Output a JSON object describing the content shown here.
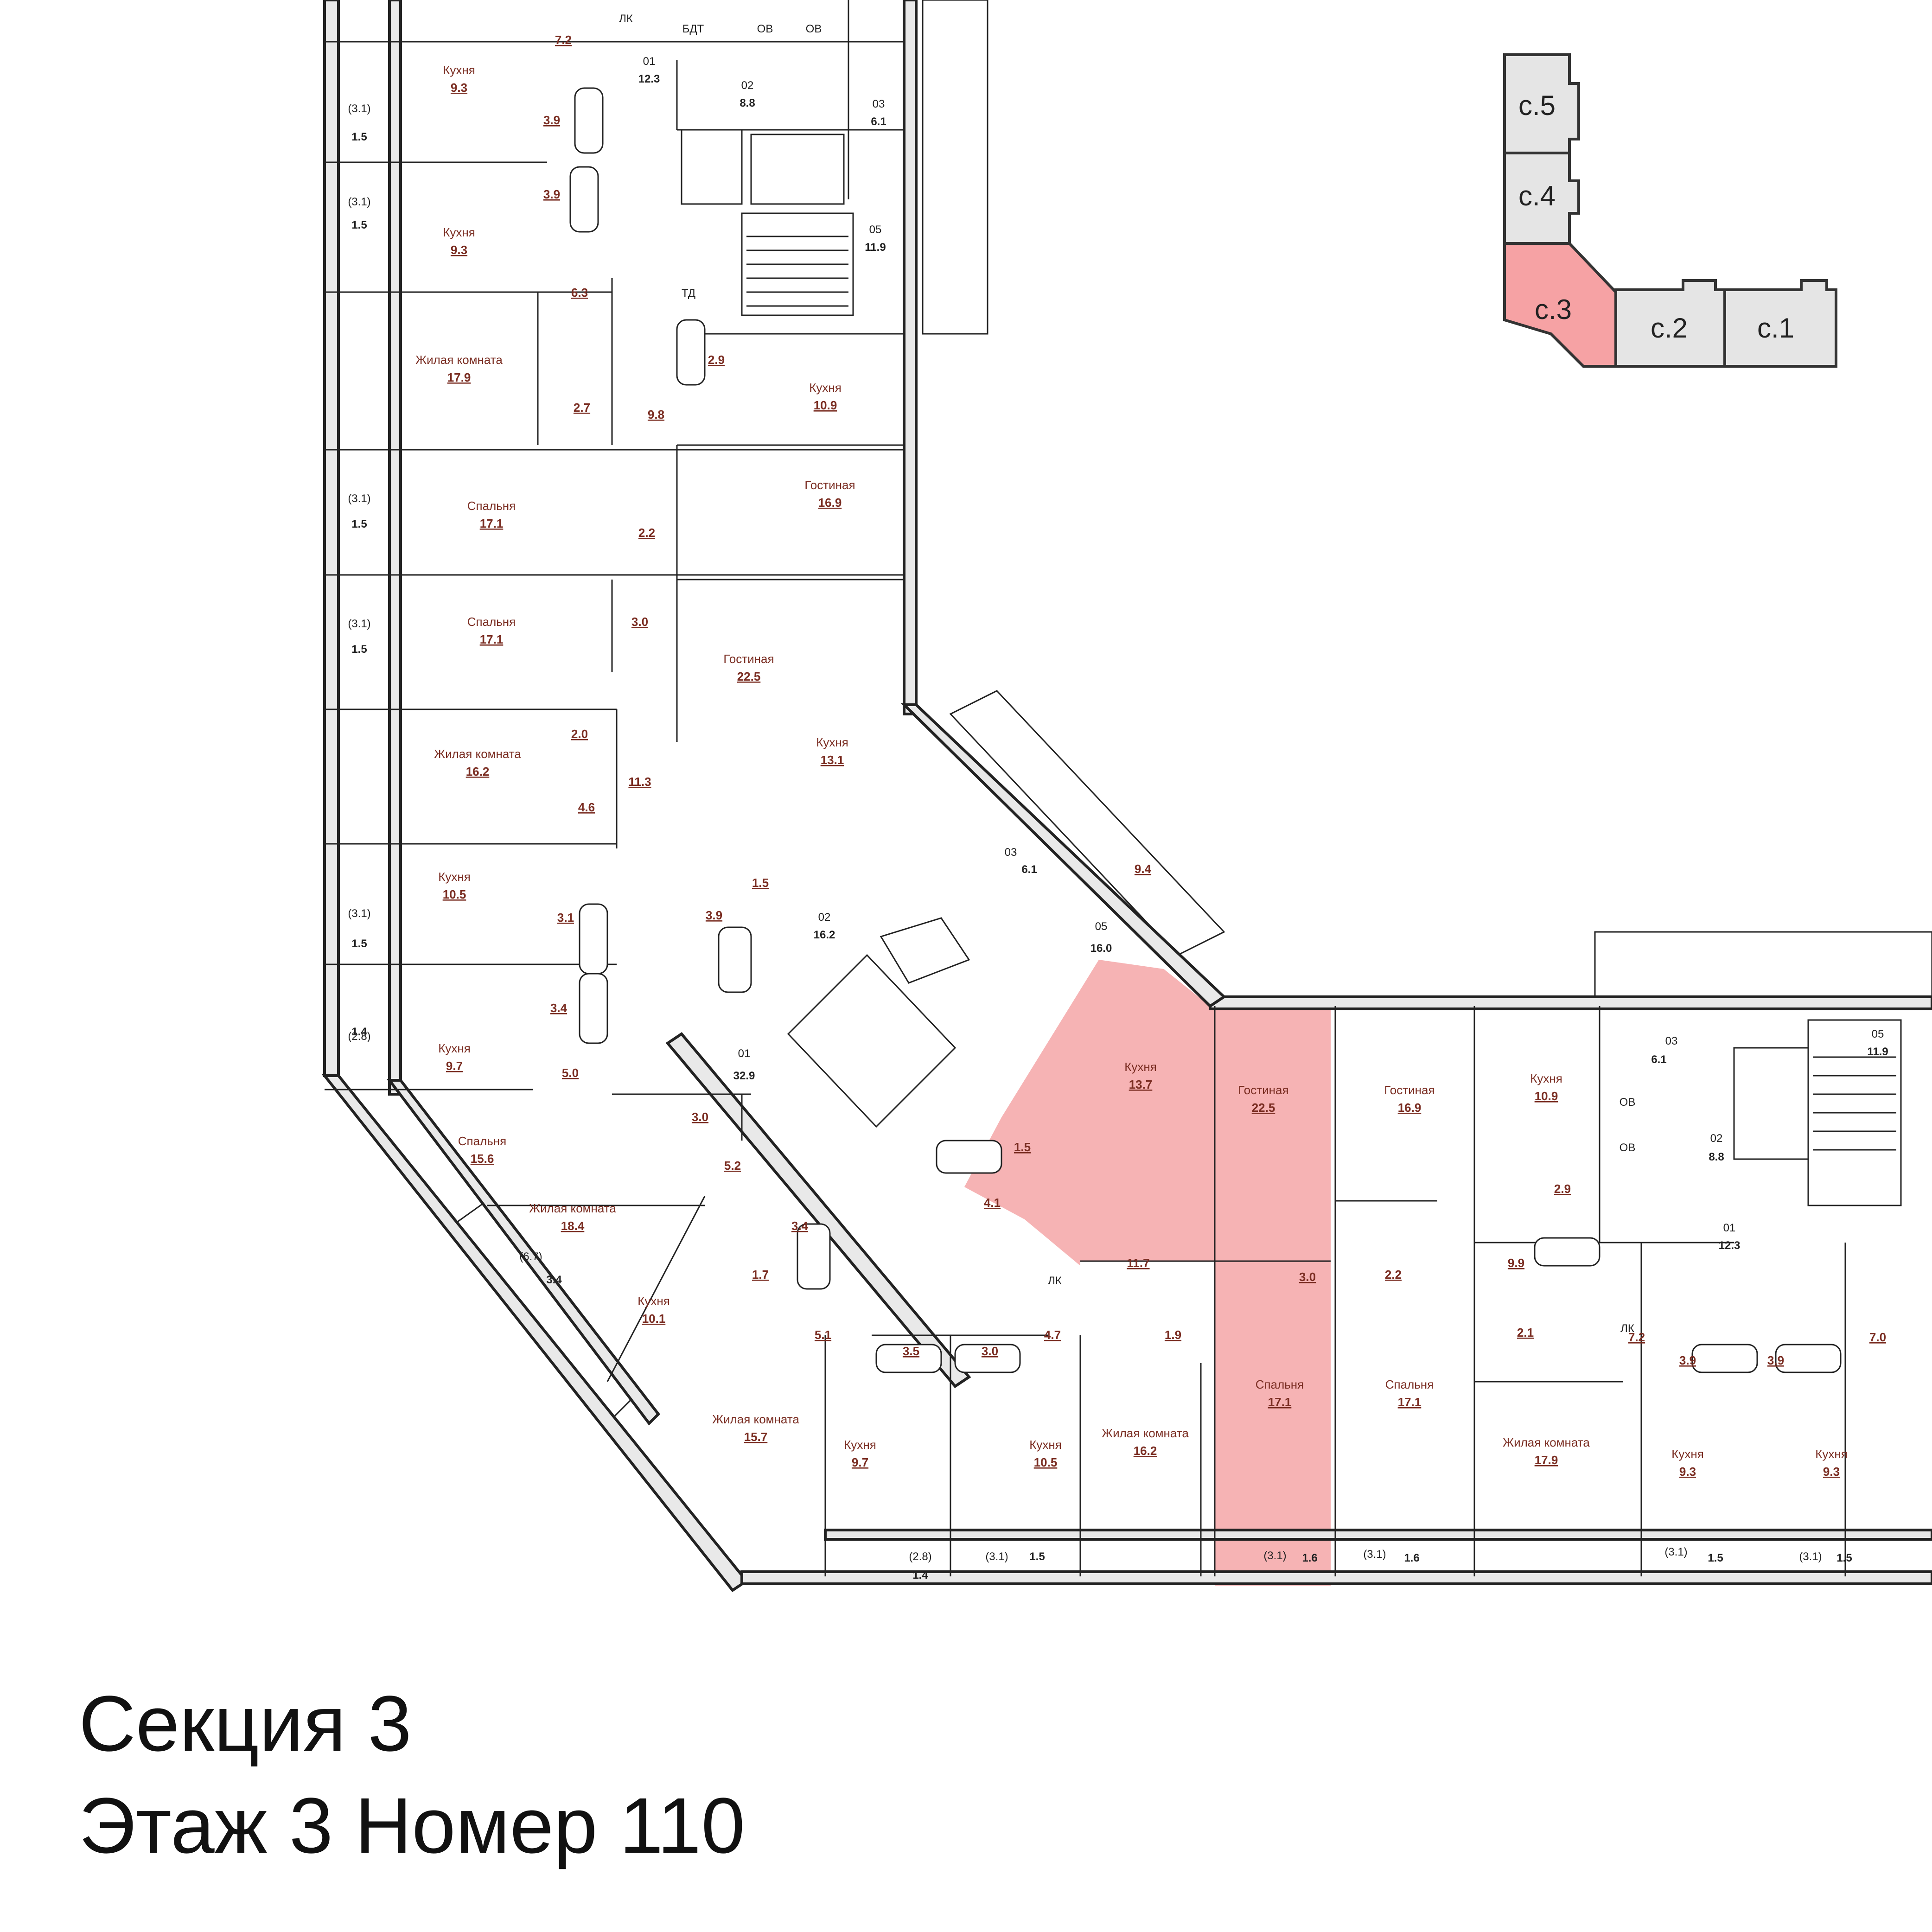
{
  "title": {
    "section": "Секция 3",
    "floor_unit": "Этаж 3 Номер 110"
  },
  "highlight_color": "#f6b3b4",
  "key_plan": {
    "sections": [
      {
        "label": "с.5",
        "selected": false
      },
      {
        "label": "с.4",
        "selected": false
      },
      {
        "label": "с.3",
        "selected": true
      },
      {
        "label": "с.2",
        "selected": false
      },
      {
        "label": "с.1",
        "selected": false
      }
    ]
  },
  "rooms": [
    {
      "name": "Кухня",
      "area": "9.3"
    },
    {
      "name": "Кухня",
      "area": "9.3"
    },
    {
      "name": "Жилая комната",
      "area": "17.9"
    },
    {
      "name": "Спальня",
      "area": "17.1"
    },
    {
      "name": "Спальня",
      "area": "17.1"
    },
    {
      "name": "Жилая комната",
      "area": "16.2"
    },
    {
      "name": "Кухня",
      "area": "10.5"
    },
    {
      "name": "Кухня",
      "area": "9.7"
    },
    {
      "name": "Спальня",
      "area": "15.6"
    },
    {
      "name": "Жилая комната",
      "area": "18.4"
    },
    {
      "name": "Кухня",
      "area": "10.1"
    },
    {
      "name": "Жилая комната",
      "area": "15.7"
    },
    {
      "name": "Кухня",
      "area": "9.7"
    },
    {
      "name": "Кухня",
      "area": "10.5"
    },
    {
      "name": "Жилая комната",
      "area": "16.2"
    },
    {
      "name": "Гостиная",
      "area": "16.9"
    },
    {
      "name": "Гостиная",
      "area": "22.5"
    },
    {
      "name": "Кухня",
      "area": "10.9"
    },
    {
      "name": "Кухня",
      "area": "13.1"
    },
    {
      "name": "Кухня",
      "area": "13.7"
    },
    {
      "name": "Гостиная",
      "area": "22.5"
    },
    {
      "name": "Спальня",
      "area": "17.1"
    },
    {
      "name": "Гостиная",
      "area": "16.9"
    },
    {
      "name": "Кухня",
      "area": "10.9"
    },
    {
      "name": "Спальня",
      "area": "17.1"
    },
    {
      "name": "Жилая комната",
      "area": "17.9"
    },
    {
      "name": "Кухня",
      "area": "9.3"
    },
    {
      "name": "Кухня",
      "area": "9.3"
    }
  ],
  "small_areas": [
    "7.2",
    "3.9",
    "3.9",
    "6.3",
    "2.7",
    "9.8",
    "2.2",
    "3.0",
    "2.0",
    "4.6",
    "11.3",
    "3.1",
    "3.4",
    "5.0",
    "3.0",
    "5.2",
    "3.4",
    "1.7",
    "5.1",
    "3.5",
    "3.0",
    "4.7",
    "1.9",
    "2.9",
    "1.5",
    "3.9",
    "9.4",
    "1.5",
    "4.1",
    "11.7",
    "3.0",
    "2.2",
    "9.9",
    "2.9",
    "2.1",
    "7.2",
    "3.9",
    "3.9",
    "7.0"
  ],
  "common": [
    {
      "code": "01",
      "area": "12.3"
    },
    {
      "code": "02",
      "area": "8.8"
    },
    {
      "code": "03",
      "area": "6.1"
    },
    {
      "code": "05",
      "area": "11.9"
    },
    {
      "code": "03",
      "area": "6.1"
    },
    {
      "code": "02",
      "area": "16.2"
    },
    {
      "code": "05",
      "area": "16.0"
    },
    {
      "code": "01",
      "area": "32.9"
    },
    {
      "code": "03",
      "area": "6.1"
    },
    {
      "code": "05",
      "area": "11.9"
    },
    {
      "code": "02",
      "area": "8.8"
    },
    {
      "code": "01",
      "area": "12.3"
    }
  ],
  "balconies": [
    {
      "total": "(3.1)",
      "net": "1.5"
    },
    {
      "total": "(3.1)",
      "net": "1.5"
    },
    {
      "total": "(3.1)",
      "net": "1.5"
    },
    {
      "total": "(3.1)",
      "net": "1.5"
    },
    {
      "total": "(3.1)",
      "net": "1.5"
    },
    {
      "total": "(2.8)",
      "net": "1.4"
    },
    {
      "total": "(6.7)",
      "net": "3.4"
    },
    {
      "total": "(2.8)",
      "net": "1.4"
    },
    {
      "total": "(3.1)",
      "net": "1.5"
    },
    {
      "total": "(3.1)",
      "net": "1.6"
    },
    {
      "total": "(3.1)",
      "net": "1.6"
    },
    {
      "total": "(3.1)",
      "net": "1.5"
    },
    {
      "total": "(3.1)",
      "net": "1.5"
    }
  ],
  "marks": [
    "ЛК",
    "ЛК",
    "ЛК",
    "ОВ",
    "ОВ",
    "ОВ",
    "ОВ",
    "БДТ",
    "ТД"
  ]
}
